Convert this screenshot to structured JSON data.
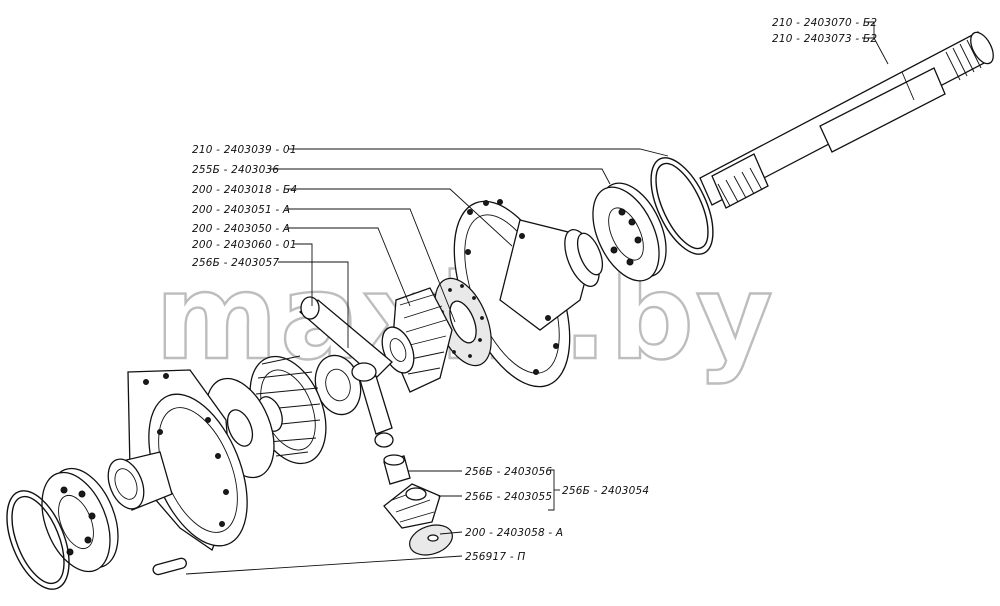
{
  "watermark": "maxik.by",
  "parts": [
    {
      "id": "p1",
      "label": "210 - 2403070 - Б2"
    },
    {
      "id": "p2",
      "label": "210 - 2403073 - Б2"
    },
    {
      "id": "p3",
      "label": "210 - 2403039 - 01"
    },
    {
      "id": "p4",
      "label": "255Б - 2403036"
    },
    {
      "id": "p5",
      "label": "200 - 2403018 - Б4"
    },
    {
      "id": "p6",
      "label": "200 - 2403051 - А"
    },
    {
      "id": "p7",
      "label": "200 - 2403050 - А"
    },
    {
      "id": "p8",
      "label": "200 - 2403060 - 01"
    },
    {
      "id": "p9",
      "label": "256Б - 2403057"
    },
    {
      "id": "p10",
      "label": "256Б - 2403056"
    },
    {
      "id": "p11",
      "label": "256Б - 2403055"
    },
    {
      "id": "p12",
      "label": "256Б - 2403054"
    },
    {
      "id": "p13",
      "label": "200 - 2403058 - А"
    },
    {
      "id": "p14",
      "label": "256917 - П"
    }
  ]
}
